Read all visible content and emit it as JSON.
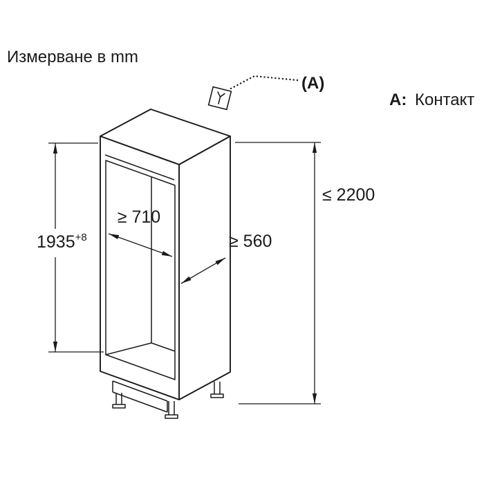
{
  "title": "Измерване в mm",
  "callout": {
    "label": "(A)",
    "icon": "power-socket-icon"
  },
  "legend": {
    "key": "А:",
    "value": "Контакт"
  },
  "dimensions": {
    "niche_height": "1935",
    "niche_height_tolerance": "+8",
    "niche_width": "≥ 710",
    "niche_depth": "≥ 560",
    "max_total_height": "≤ 2200"
  },
  "colors": {
    "line": "#1a1a1a",
    "background": "#ffffff"
  }
}
